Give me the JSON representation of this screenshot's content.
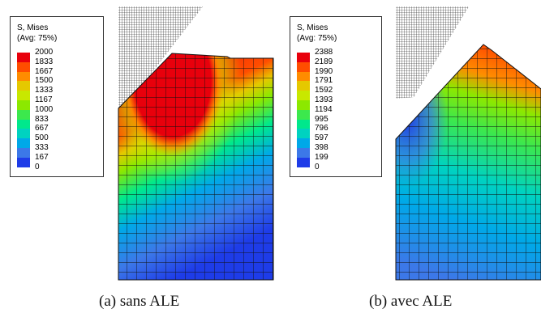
{
  "legend_a": {
    "title": "S, Mises",
    "subtitle": "(Avg: 75%)",
    "values": [
      "2000",
      "1833",
      "1667",
      "1500",
      "1333",
      "1167",
      "1000",
      "833",
      "667",
      "500",
      "333",
      "167",
      "0"
    ]
  },
  "legend_b": {
    "title": "S, Mises",
    "subtitle": "(Avg: 75%)",
    "values": [
      "2388",
      "2189",
      "1990",
      "1791",
      "1592",
      "1393",
      "1194",
      "995",
      "796",
      "597",
      "398",
      "199",
      "0"
    ]
  },
  "colors": [
    "#e8000c",
    "#ff4d00",
    "#ff8c00",
    "#e5c800",
    "#c8e800",
    "#8ce800",
    "#3ce84d",
    "#00e88c",
    "#00d2c0",
    "#00a8e8",
    "#3c78e8",
    "#1e3ce8",
    "#0000d2"
  ],
  "captions": {
    "a": "(a)  sans ALE",
    "b": "(b)  avec ALE"
  }
}
